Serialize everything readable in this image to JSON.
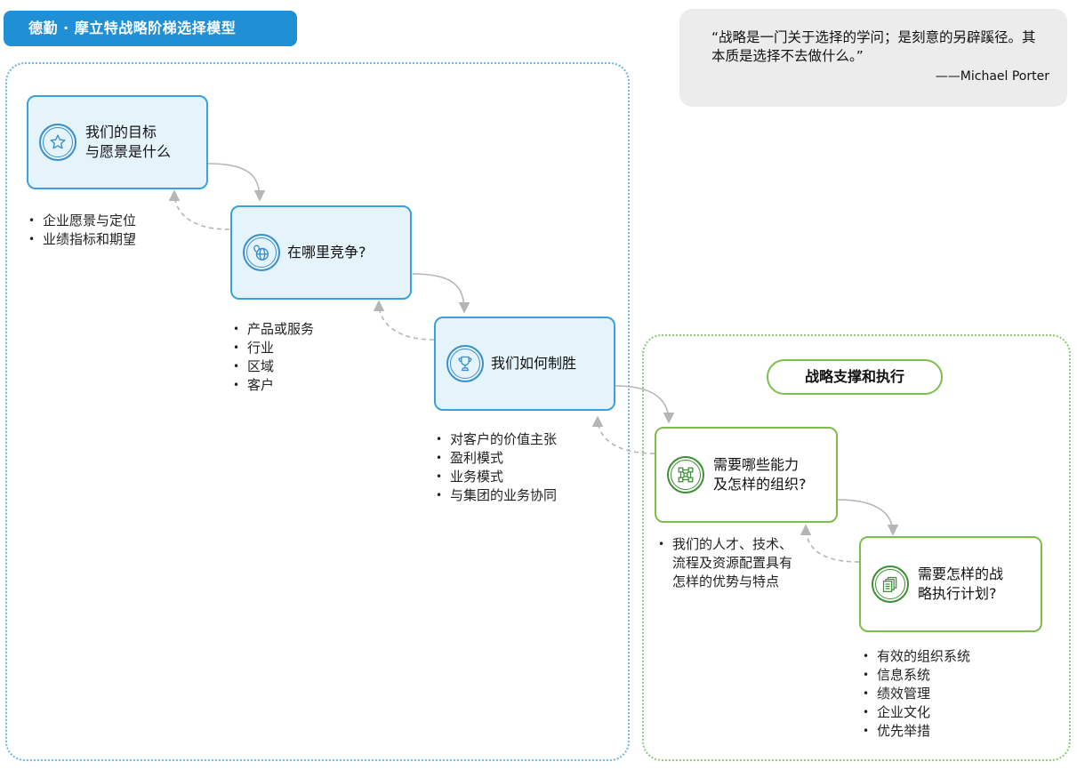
{
  "title": "德勤 · 摩立特战略阶梯选择模型",
  "quote": {
    "text": "“战略是一门关于选择的学问；是刻意的另辟蹊径。其本质是选择不去做什么。”",
    "author": "——Michael Porter"
  },
  "support_section": {
    "label": "战略支撑和执行"
  },
  "steps": [
    {
      "label": "我们的目标\n与愿景是什么",
      "icon": "star-icon",
      "bullets": [
        "企业愿景与定位",
        "业绩指标和期望"
      ]
    },
    {
      "label": "在哪里竞争?",
      "icon": "globe-location-icon",
      "bullets": [
        "产品或服务",
        "行业",
        "区域",
        "客户"
      ]
    },
    {
      "label": "我们如何制胜",
      "icon": "trophy-icon",
      "bullets": [
        "对客户的价值主张",
        "盈利模式",
        "业务模式",
        "与集团的业务协同"
      ]
    },
    {
      "label": "需要哪些能力\n及怎样的组织?",
      "icon": "network-icon",
      "bullets": [
        "我们的人才、技术、\n流程及资源配置具有\n怎样的优势与特点"
      ]
    },
    {
      "label": "需要怎样的战\n略执行计划?",
      "icon": "documents-icon",
      "bullets": [
        "有效的组织系统",
        "信息系统",
        "绩效管理",
        "企业文化",
        "优先举措"
      ]
    }
  ],
  "colors": {
    "blue_accent": "#1f8fd6",
    "blue_node_fill": "#e5f3fb",
    "blue_border": "#3ba0de",
    "green_border": "#7cbf4f",
    "quote_bg": "#ececec"
  }
}
